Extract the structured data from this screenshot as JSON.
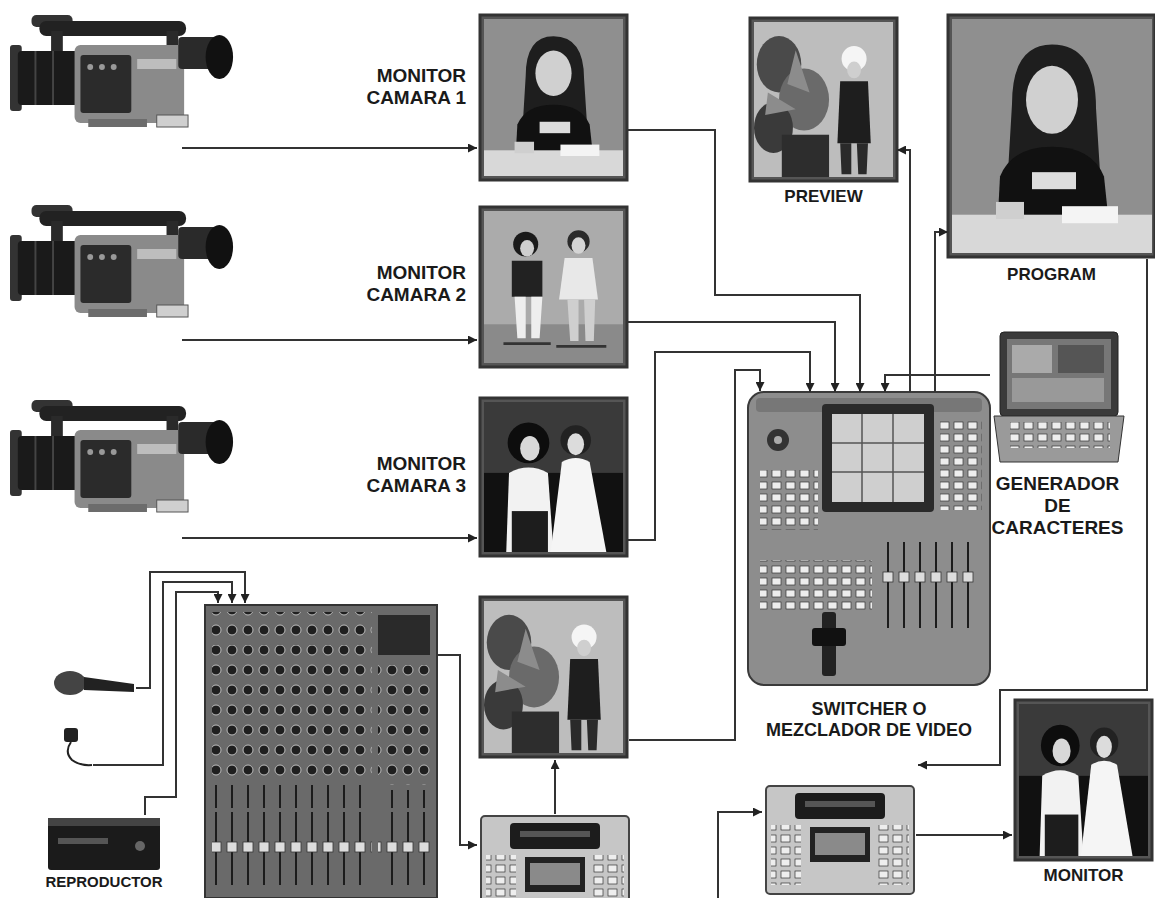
{
  "diagram": {
    "nodes": [
      {
        "text": [
          "MONITOR CAMARA 1"
        ]
      },
      {
        "text": [
          "PREVIEW"
        ]
      },
      {
        "text": [
          "PROGRAM"
        ]
      },
      {
        "text": [
          "MONITOR CAMARA 2"
        ]
      },
      {
        "text": [
          "GENERADOR DE CARACTERES"
        ]
      },
      {
        "text": [
          "MONITOR CAMARA 3"
        ]
      },
      {
        "text": [
          "SWITCHER O MEZCLADOR DE VIDEO"
        ]
      },
      {
        "text": [
          "REPRODUCTOR"
        ]
      },
      {
        "text": [
          "MONITOR"
        ]
      }
    ],
    "edges": [
      {
        "from": 0,
        "to": 6,
        "arrow": "to"
      },
      {
        "from": 3,
        "to": 6,
        "arrow": "to"
      },
      {
        "from": 5,
        "to": 6,
        "arrow": "to"
      },
      {
        "from": 4,
        "to": 6,
        "arrow": "to"
      },
      {
        "from": 6,
        "to": 1,
        "arrow": "to"
      },
      {
        "from": 6,
        "to": 2,
        "arrow": "to"
      }
    ]
  }
}
